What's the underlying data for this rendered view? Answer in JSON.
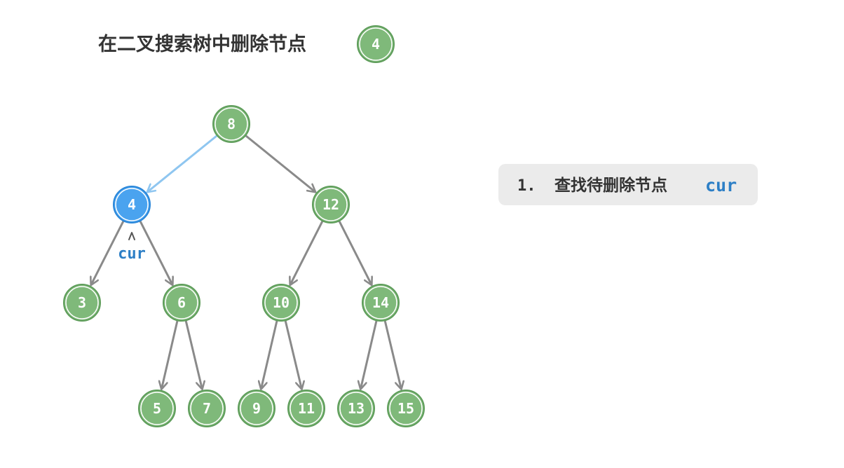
{
  "title": {
    "text": "在二叉搜索树中删除节点",
    "target_value": "4"
  },
  "step": {
    "number": "1.",
    "text": "查找待删除节点",
    "code": "cur"
  },
  "pointer": {
    "label": "cur"
  },
  "tree": {
    "nodes": [
      {
        "id": "n8",
        "value": "8",
        "state": "normal"
      },
      {
        "id": "n4",
        "value": "4",
        "state": "current"
      },
      {
        "id": "n12",
        "value": "12",
        "state": "normal"
      },
      {
        "id": "n3",
        "value": "3",
        "state": "normal"
      },
      {
        "id": "n6",
        "value": "6",
        "state": "normal"
      },
      {
        "id": "n10",
        "value": "10",
        "state": "normal"
      },
      {
        "id": "n14",
        "value": "14",
        "state": "normal"
      },
      {
        "id": "n5",
        "value": "5",
        "state": "normal"
      },
      {
        "id": "n7",
        "value": "7",
        "state": "normal"
      },
      {
        "id": "n9",
        "value": "9",
        "state": "normal"
      },
      {
        "id": "n11",
        "value": "11",
        "state": "normal"
      },
      {
        "id": "n13",
        "value": "13",
        "state": "normal"
      },
      {
        "id": "n15",
        "value": "15",
        "state": "normal"
      }
    ],
    "edges": [
      {
        "from": "n8",
        "to": "n4",
        "state": "visited"
      },
      {
        "from": "n8",
        "to": "n12",
        "state": "normal"
      },
      {
        "from": "n4",
        "to": "n3",
        "state": "normal"
      },
      {
        "from": "n4",
        "to": "n6",
        "state": "normal"
      },
      {
        "from": "n12",
        "to": "n10",
        "state": "normal"
      },
      {
        "from": "n12",
        "to": "n14",
        "state": "normal"
      },
      {
        "from": "n6",
        "to": "n5",
        "state": "normal"
      },
      {
        "from": "n6",
        "to": "n7",
        "state": "normal"
      },
      {
        "from": "n10",
        "to": "n9",
        "state": "normal"
      },
      {
        "from": "n10",
        "to": "n11",
        "state": "normal"
      },
      {
        "from": "n14",
        "to": "n13",
        "state": "normal"
      },
      {
        "from": "n14",
        "to": "n15",
        "state": "normal"
      }
    ]
  },
  "colors": {
    "node_fill": "#7fb97a",
    "node_ring": "#5f9d5b",
    "current_fill": "#4aa3ef",
    "current_ring": "#2b87d9",
    "edge": "#8a8a8a",
    "visited_edge": "#8fc6f0",
    "code_text": "#2d7fc6",
    "step_bg": "#ebebeb"
  }
}
